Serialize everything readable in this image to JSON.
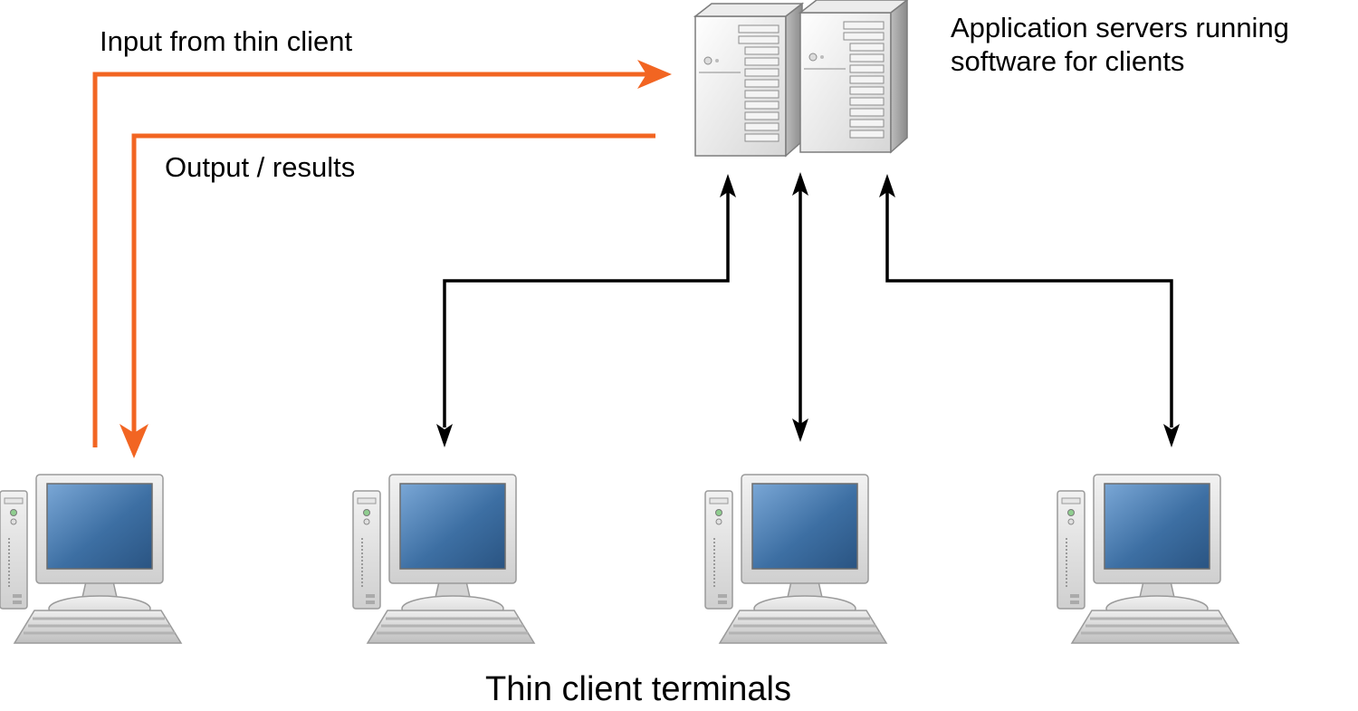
{
  "labels": {
    "input": "Input from thin client",
    "output": "Output / results",
    "servers_line1": "Application servers running",
    "servers_line2": "software for clients",
    "terminals": "Thin client terminals"
  },
  "icons": {
    "server": "server-tower-icon",
    "terminal": "desktop-computer-icon"
  },
  "colors": {
    "highlight_arrow": "#f26522",
    "connection_arrow": "#000000",
    "screen": "#3a6ea5"
  }
}
